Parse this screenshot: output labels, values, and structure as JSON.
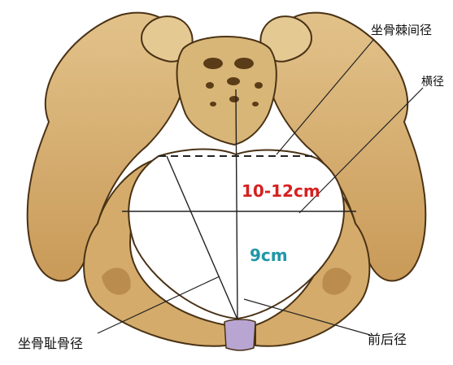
{
  "labels": {
    "interspinous_diameter": "坐骨棘间径",
    "transverse_diameter": "横径",
    "ischiopubic_diameter": "坐骨耻骨径",
    "anteroposterior_diameter": "前后径"
  },
  "values": {
    "transverse": "10-12cm",
    "anteroposterior": "9cm"
  },
  "colors": {
    "bone_fill": "#d9b57a",
    "bone_shadow": "#a87a3e",
    "bone_outline": "#4a3215",
    "value_transverse": "#d62020",
    "value_ap": "#1f97a8",
    "symphysis": "#b8a5d2"
  }
}
